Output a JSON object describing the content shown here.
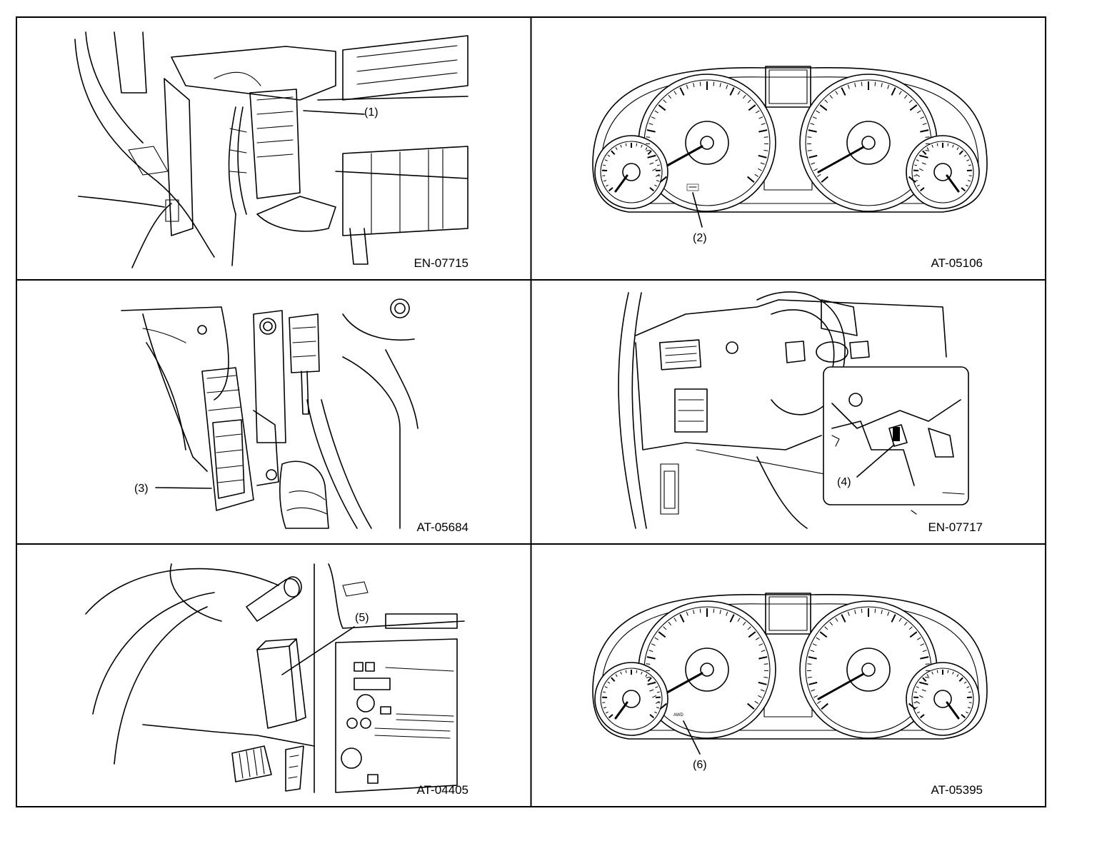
{
  "figures": [
    {
      "code": "EN-07715",
      "callouts": [
        "(1)"
      ]
    },
    {
      "code": "AT-05106",
      "callouts": [
        "(2)"
      ]
    },
    {
      "code": "AT-05684",
      "callouts": [
        "(3)"
      ]
    },
    {
      "code": "EN-07717",
      "callouts": [
        "(4)"
      ]
    },
    {
      "code": "AT-04405",
      "callouts": [
        "(5)"
      ]
    },
    {
      "code": "AT-05395",
      "callouts": [
        "(6)"
      ]
    }
  ],
  "gauge_labels": {
    "awd": "AWD"
  },
  "colors": {
    "line": "#000000",
    "background": "#ffffff"
  }
}
